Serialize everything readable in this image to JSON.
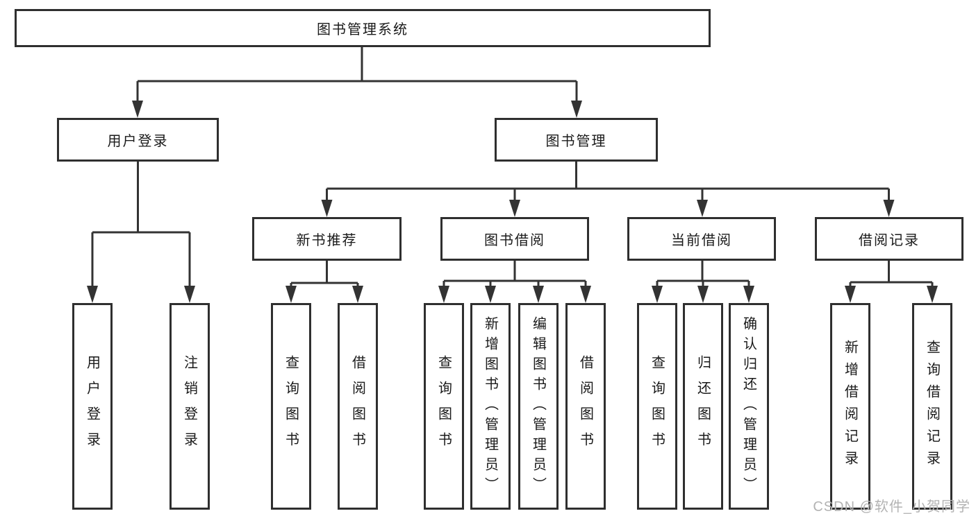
{
  "diagram_title": "图书管理系统",
  "tree": {
    "label": "图书管理系统",
    "children": [
      {
        "label": "用户登录",
        "children": [
          {
            "label": "用户登录"
          },
          {
            "label": "注销登录"
          }
        ]
      },
      {
        "label": "图书管理",
        "children": [
          {
            "label": "新书推荐",
            "children": [
              {
                "label": "查询图书"
              },
              {
                "label": "借阅图书"
              }
            ]
          },
          {
            "label": "图书借阅",
            "children": [
              {
                "label": "查询图书"
              },
              {
                "label": "新增图书（管理员）"
              },
              {
                "label": "编辑图书（管理员）"
              },
              {
                "label": "借阅图书"
              }
            ]
          },
          {
            "label": "当前借阅",
            "children": [
              {
                "label": "查询图书"
              },
              {
                "label": "归还图书"
              },
              {
                "label": "确认归还（管理员）"
              }
            ]
          },
          {
            "label": "借阅记录",
            "children": [
              {
                "label": "新增借阅记录"
              },
              {
                "label": "查询借阅记录"
              }
            ]
          }
        ]
      }
    ]
  },
  "watermark": {
    "text": "CSDN @软件_小贺同学"
  },
  "colors": {
    "background": "#ffffff",
    "line": "#333333",
    "box_border": "#2f2f2f",
    "box_fill": "#ffffff",
    "text": "#1a1a1a",
    "watermark": "#b3b3b3"
  }
}
